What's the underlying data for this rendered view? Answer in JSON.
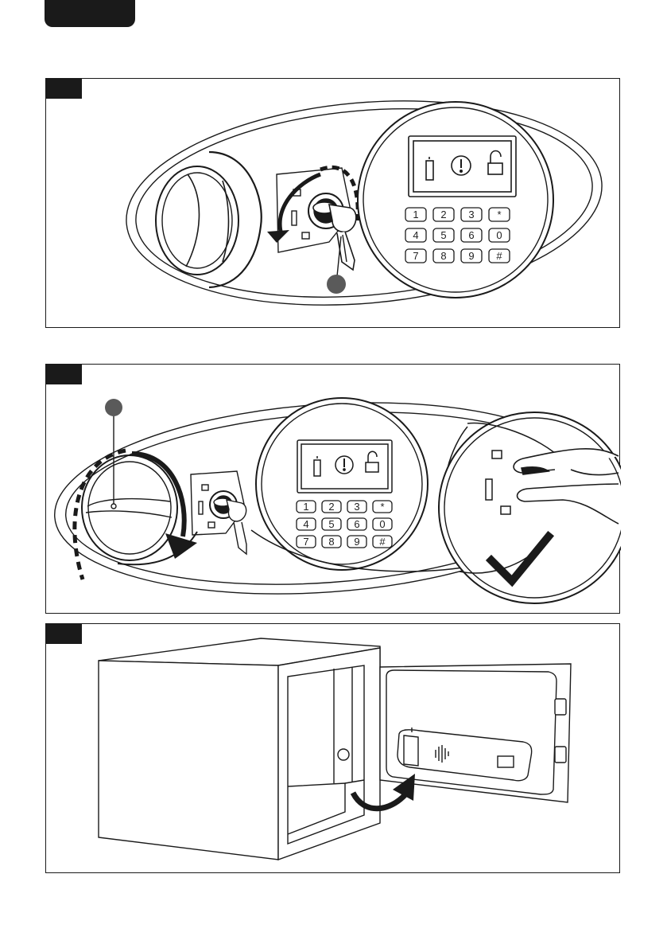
{
  "keypad": {
    "keys": [
      [
        "1",
        "2",
        "3",
        "*"
      ],
      [
        "4",
        "5",
        "6",
        "0"
      ],
      [
        "7",
        "8",
        "9",
        "#"
      ]
    ]
  },
  "colors": {
    "ink": "#1a1a1a",
    "marker": "#5a5a5a",
    "background": "#ffffff"
  },
  "icons": [
    "key-icon",
    "rotate-arrow-icon",
    "checkmark-icon",
    "battery-icon",
    "alert-icon",
    "unlocked-padlock-icon"
  ]
}
